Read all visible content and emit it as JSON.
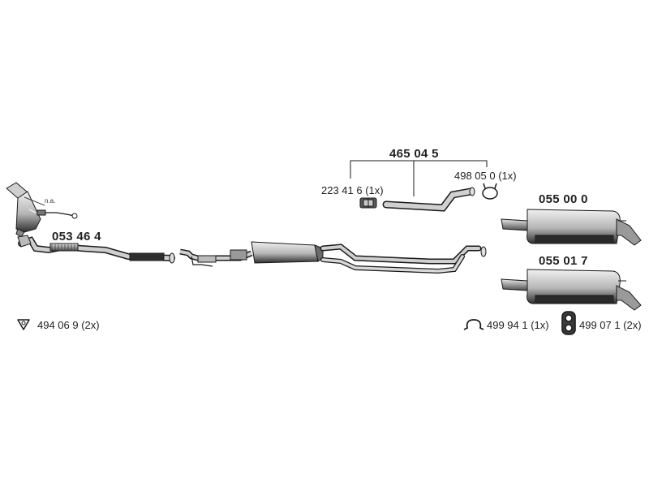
{
  "parts": {
    "front_pipe": {
      "number": "053 46 4"
    },
    "center_pipe_group": {
      "number": "465 04 5"
    },
    "clamp_223": {
      "number": "223 41 6 (1x)"
    },
    "clamp_498": {
      "number": "498 05 0 (1x)"
    },
    "rear_muffler_a": {
      "number": "055 00 0"
    },
    "rear_muffler_b": {
      "number": "055 01 7"
    },
    "gasket_494": {
      "number": "494 06 9 (2x)"
    },
    "rubber_mount_499941": {
      "number": "499 94 1 (1x)"
    },
    "rubber_mount_499071": {
      "number": "499 07 1 (2x)"
    }
  },
  "catalyst_note": "n.a.",
  "icons": {
    "gasket": "triangle-gasket-icon",
    "ring_mount": "omega-ring-icon",
    "double_mount": "double-eye-rubber-mount-icon"
  },
  "colors": {
    "line": "#1a1a1a",
    "fill": "#bdbdbd",
    "dark": "#303030",
    "background": "#ffffff"
  }
}
